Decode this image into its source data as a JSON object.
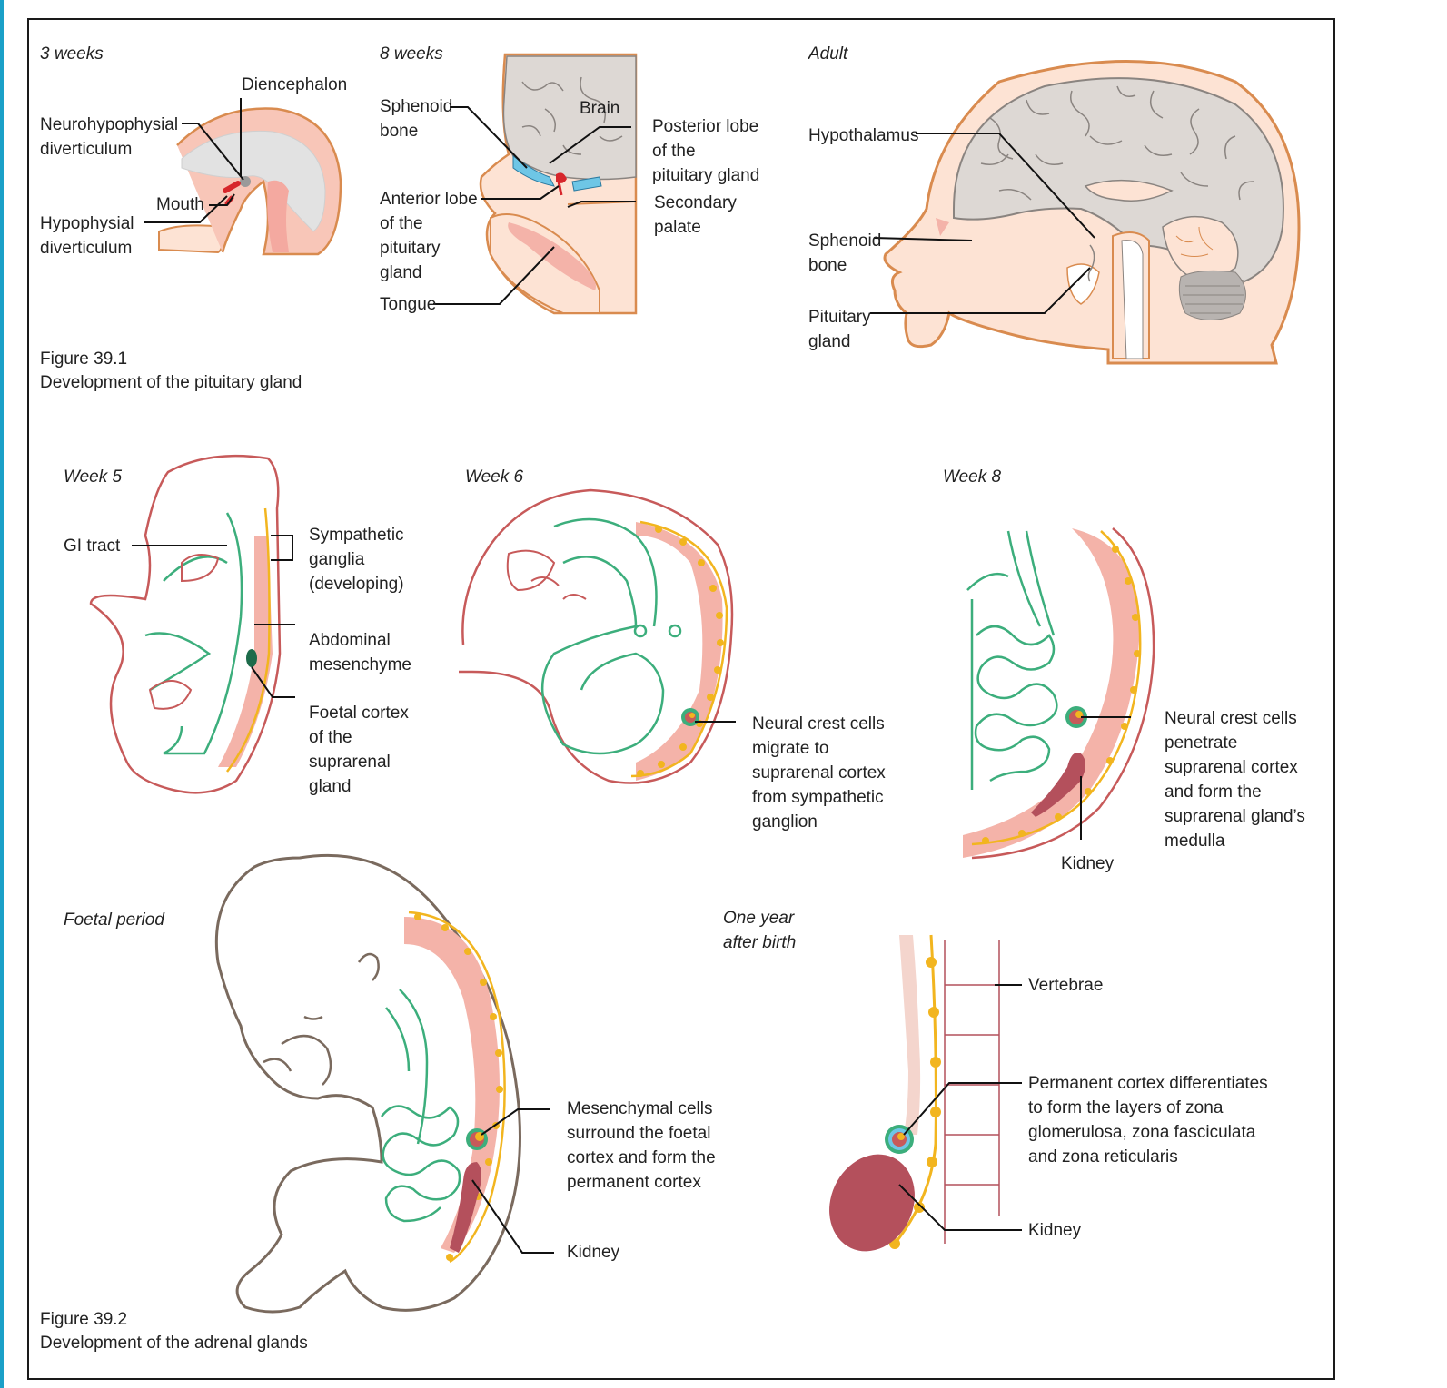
{
  "figure_39_1": {
    "panel_3wk": {
      "title": "3 weeks",
      "diencephalon": "Diencephalon",
      "neurohypophysial": "Neurohypophysial\ndiverticulum",
      "mouth": "Mouth",
      "hypophysial": "Hypophysial\ndiverticulum"
    },
    "panel_8wk": {
      "title": "8 weeks",
      "sphenoid": "Sphenoid\nbone",
      "brain": "Brain",
      "posterior_lobe": "Posterior lobe\nof the\npituitary gland",
      "anterior_lobe": "Anterior lobe\nof the\npituitary\ngland",
      "secondary_palate": "Secondary\npalate",
      "tongue": "Tongue"
    },
    "panel_adult": {
      "title": "Adult",
      "hypothalamus": "Hypothalamus",
      "sphenoid": "Sphenoid\nbone",
      "pituitary": "Pituitary\ngland"
    },
    "caption_number": "Figure 39.1",
    "caption_text": "Development of the pituitary gland"
  },
  "figure_39_2": {
    "panel_w5": {
      "title": "Week 5",
      "gi_tract": "GI tract",
      "sympathetic": "Sympathetic\nganglia\n(developing)",
      "abdominal": "Abdominal\nmesenchyme",
      "foetal_cortex": "Foetal cortex\nof the\nsuprarenal\ngland"
    },
    "panel_w6": {
      "title": "Week 6",
      "neural_crest": "Neural crest cells\nmigrate to\nsuprarenal cortex\nfrom sympathetic\nganglion"
    },
    "panel_w8": {
      "title": "Week 8",
      "neural_crest": "Neural crest cells\npenetrate\nsuprarenal cortex\nand form the\nsuprarenal gland’s\nmedulla",
      "kidney": "Kidney"
    },
    "panel_foetal": {
      "title": "Foetal period",
      "mesenchymal": "Mesenchymal cells\nsurround the foetal\ncortex and form the\npermanent cortex",
      "kidney": "Kidney"
    },
    "panel_year": {
      "title": "One year\nafter birth",
      "vertebrae": "Vertebrae",
      "permanent": "Permanent cortex differentiates\nto form the layers of zona\nglomerulosa, zona fasciculata\nand zona reticularis",
      "kidney": "Kidney"
    },
    "caption_number": "Figure 39.2",
    "caption_text": "Development of the adrenal glands"
  },
  "colors": {
    "tissue_pink": "#f4b3a9",
    "tissue_light": "#fde3d4",
    "outline_red": "#c75a5a",
    "outline_orange": "#d98b4f",
    "gut_green": "#3cae7c",
    "ganglion_yellow": "#f2b51f",
    "pituitary_blue": "#6ec6e6",
    "kidney_red": "#b4505c",
    "brain_grey": "#ddd8d4",
    "figure_brown": "#7a6a5e",
    "accent_cyan": "#1aa0c8"
  }
}
